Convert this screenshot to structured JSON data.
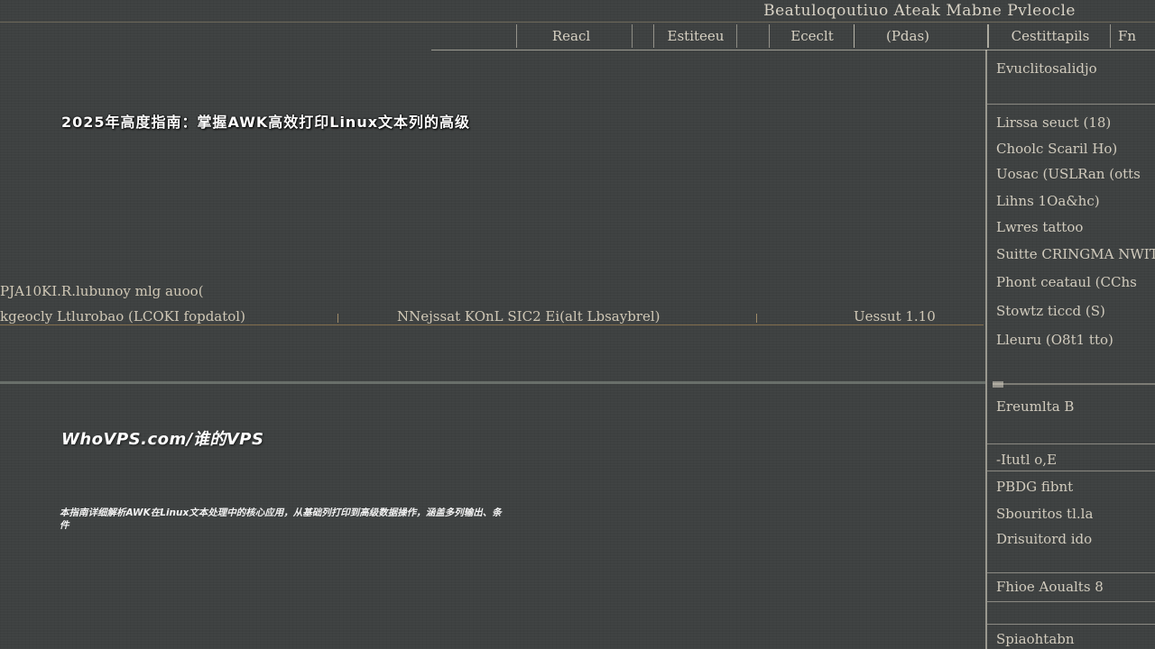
{
  "window": {
    "title": "Beatuloqoutiuo Ateak Mabne Pvleocle"
  },
  "menu": {
    "items": [
      {
        "label": "Reacl"
      },
      {
        "label": "Estiteeu"
      },
      {
        "label": "Ececlt"
      },
      {
        "label": "(Pdas)"
      },
      {
        "label": "Cestittapils"
      },
      {
        "label": "Fn"
      }
    ]
  },
  "sidebar": {
    "items": [
      {
        "label": "Evuclitosalidjo"
      },
      {
        "label": "Lirssa seuct (18)"
      },
      {
        "label": "Choolc Scaril Ho)"
      },
      {
        "label": "Uosac (USLRan (otts"
      },
      {
        "label": "Lihns 1Oa&hc)"
      },
      {
        "label": "Lwres tattoo"
      },
      {
        "label": "Suitte CRINGMA NWIT"
      },
      {
        "label": "Phont ceataul (CChs"
      },
      {
        "label": "Stowtz ticcd (S)"
      },
      {
        "label": "Lleuru (O8t1 tto)"
      },
      {
        "label": "Ereumlta B"
      },
      {
        "label": "-Itutl o,E"
      },
      {
        "label": "PBDG fibnt"
      },
      {
        "label": "Sbouritos tl.la"
      },
      {
        "label": "Drisuitord ido"
      },
      {
        "label": "Fhioe Aoualts 8"
      },
      {
        "label": "Spiaohtabn"
      }
    ]
  },
  "main": {
    "title": "2025年高度指南：掌握AWK高效打印Linux文本列的高级",
    "status_line": "PJA10KI.R.lubunoy mlg auoo(",
    "status_row": {
      "left": "kgeocly Ltlurobao (LCOKI fopdatol)",
      "middle": "NNejssat KOnL SIC2 Ei(alt Lbsaybrel)",
      "right": "Uessut 1.10"
    },
    "brand": "WhoVPS.com/谁的VPS",
    "description": "本指南详细解析AWK在Linux文本处理中的核心应用，从基础列打印到高级数据操作，涵盖多列输出、条件"
  }
}
